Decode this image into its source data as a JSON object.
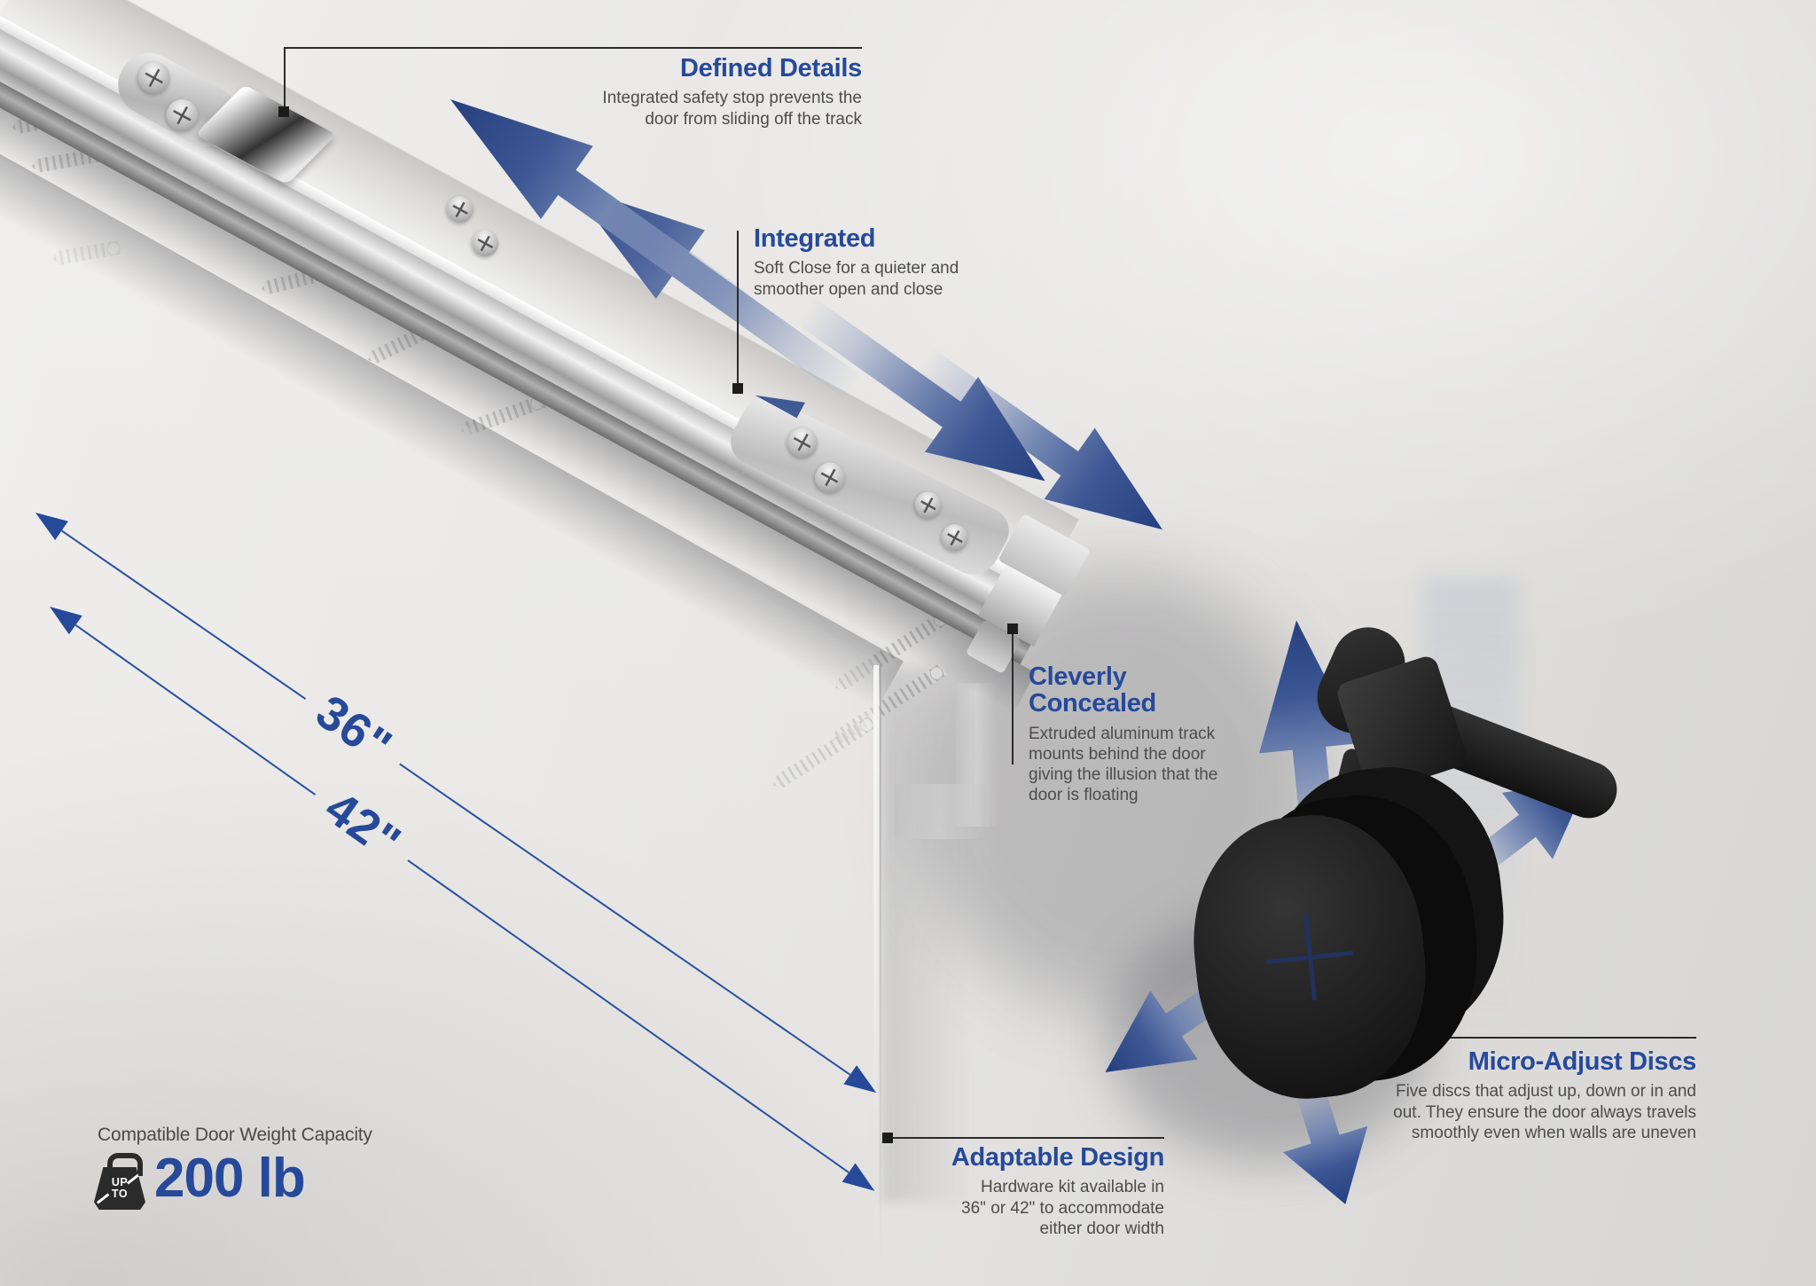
{
  "colors": {
    "accent": "#26499a",
    "arrow_dark": "#26407f",
    "body_text": "#4c4c4c",
    "leader": "#2b2b2b"
  },
  "callouts": {
    "defined_details": {
      "title": "Defined Details",
      "body": "Integrated safety stop prevents the door from sliding off the track"
    },
    "integrated": {
      "title": "Integrated",
      "body": "Soft Close for a quieter and smoother open and close"
    },
    "cleverly_concealed": {
      "title": "Cleverly Concealed",
      "body": "Extruded aluminum track mounts behind the door giving the illusion that the door is floating"
    },
    "micro_adjust_discs": {
      "title": "Micro-Adjust Discs",
      "body": "Five discs that adjust up, down or in and out. They ensure the door always travels smoothly even when walls are uneven"
    },
    "adaptable_design": {
      "title": "Adaptable Design",
      "body": "Hardware kit available in 36\" or 42\" to accommodate either door width"
    }
  },
  "dimensions": {
    "track_36": "36\"",
    "track_42": "42\""
  },
  "weight_capacity": {
    "label": "Compatible Door Weight Capacity",
    "badge_top": "UP",
    "badge_bottom": "TO",
    "value": "200 lb"
  }
}
